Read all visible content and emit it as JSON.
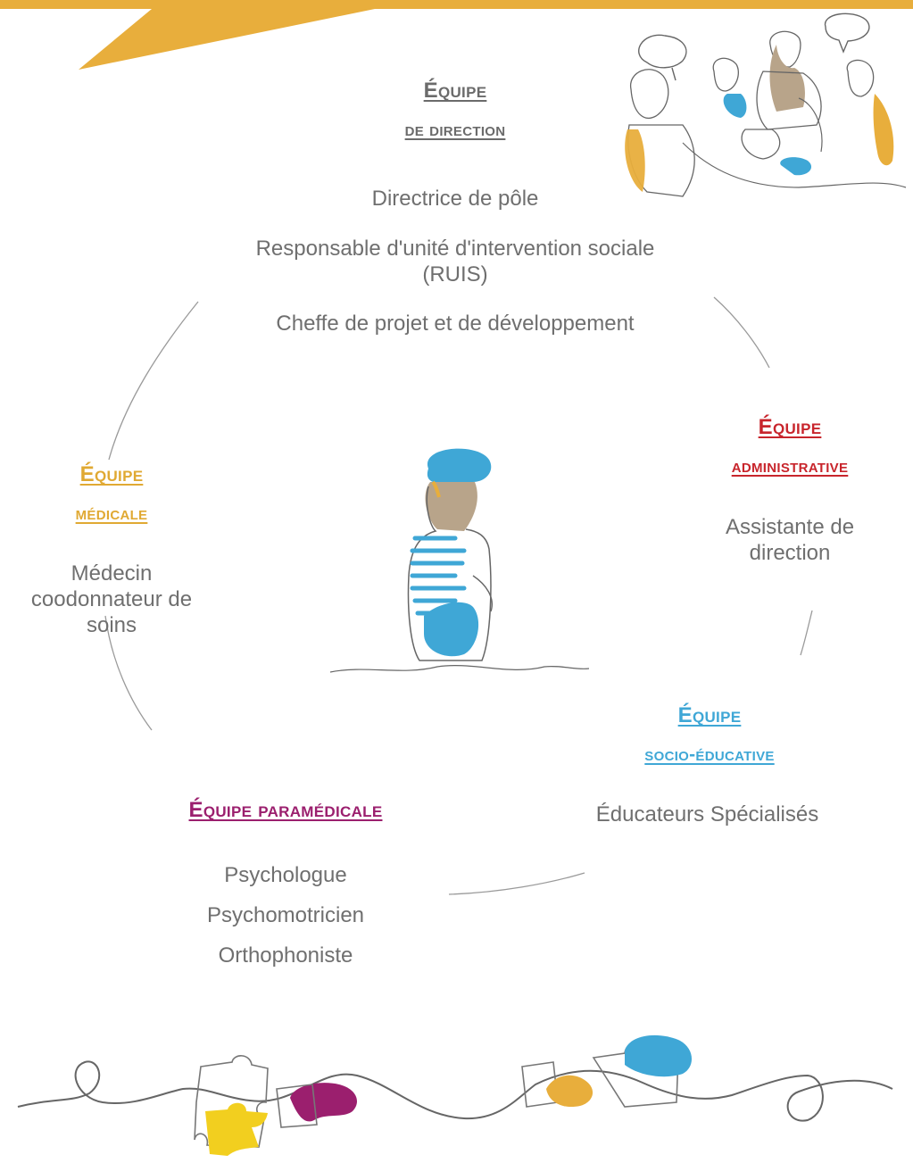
{
  "colors": {
    "direction": "#6b6b6b",
    "administrative": "#c8252c",
    "medicale": "#e0a933",
    "socio": "#3fa7d6",
    "paramedicale": "#9b1f6e",
    "banner": "#e8ae3c"
  },
  "direction": {
    "title1": "Équipe",
    "title2": "de direction",
    "items": [
      "Directrice de pôle",
      "Responsable d'unité d'intervention sociale",
      "(RUIS)",
      "Cheffe de projet et de développement"
    ]
  },
  "administrative": {
    "title1": "Équipe",
    "title2": "administrative",
    "items": [
      "Assistante de",
      "direction"
    ]
  },
  "medicale": {
    "title1": "Équipe",
    "title2": "médicale",
    "items": [
      "Médecin",
      "coodonnateur de",
      "soins"
    ]
  },
  "socio": {
    "title1": "Équipe",
    "title2": "socio-éducative",
    "items": [
      "Éducateurs Spécialisés"
    ]
  },
  "paramedicale": {
    "title": "Équipe paramédicale",
    "items": [
      "Psychologue",
      "Psychomotricien",
      "Orthophoniste"
    ]
  },
  "illustrations": [
    "group-discussion-drawing",
    "person-reading-drawing",
    "puzzle-pieces-line-drawing"
  ]
}
